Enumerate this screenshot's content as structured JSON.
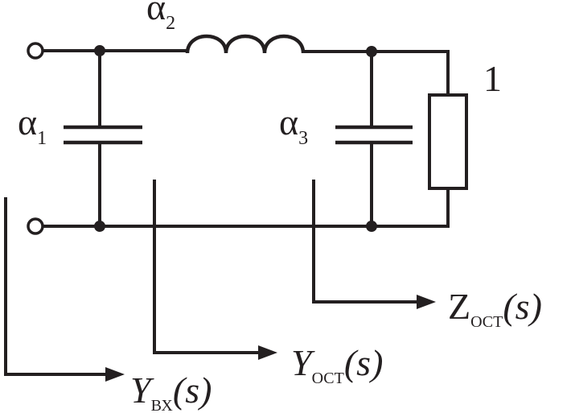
{
  "components": {
    "c1": {
      "name": "α",
      "index": "1"
    },
    "l2": {
      "name": "α",
      "index": "2"
    },
    "c3": {
      "name": "α",
      "index": "3"
    },
    "load": {
      "value": "1"
    }
  },
  "functions": {
    "yin": {
      "symbol": "Y",
      "sub": "ВХ",
      "arg": "(s)"
    },
    "yrem": {
      "symbol": "Y",
      "sub": "ОСТ",
      "arg": "(s)"
    },
    "zrem": {
      "symbol": "Z",
      "sub": "ОСТ",
      "arg": "(s)"
    }
  },
  "colors": {
    "ink": "#231f20",
    "background": "#ffffff"
  }
}
